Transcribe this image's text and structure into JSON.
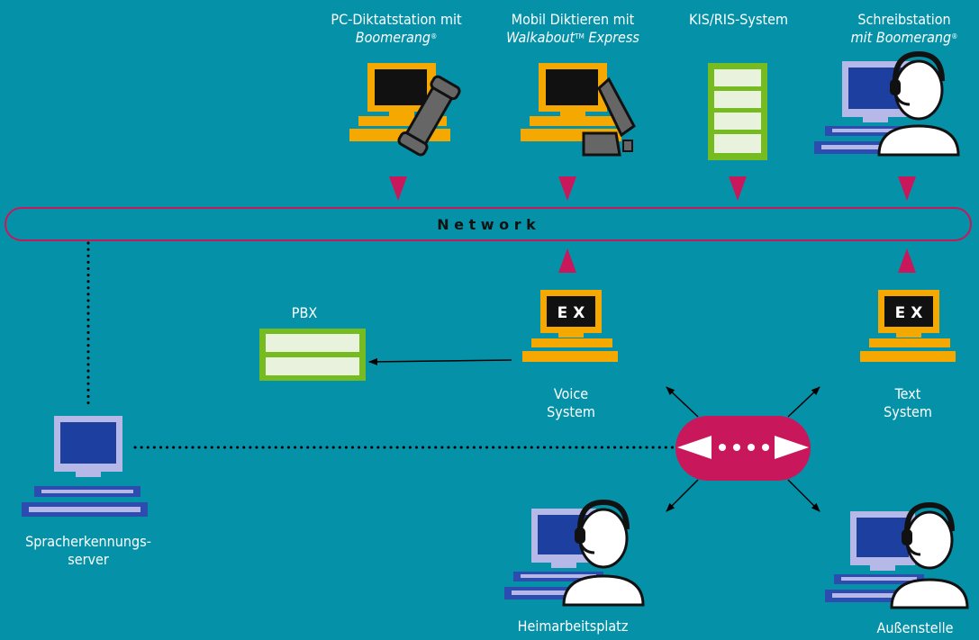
{
  "network": {
    "label": "N e t w o r k"
  },
  "labels": {
    "pc_station": {
      "line1": "PC-Diktatstation mit",
      "line2": "Boomerang",
      "mark": "®"
    },
    "mobile": {
      "line1": "Mobil Diktieren mit",
      "line2a": "Walkabout",
      "tm": "TM",
      "line2b": " Express"
    },
    "kis": {
      "line1": "KIS/RIS-System"
    },
    "schreib": {
      "line1": "Schreibstation",
      "line2": "mit Boomerang",
      "mark": "®"
    },
    "pbx": {
      "line1": "PBX"
    },
    "voice": {
      "line1": "Voice",
      "line2": "System"
    },
    "text": {
      "line1": "Text",
      "line2": "System"
    },
    "spracher": {
      "line1": "Spracherkennungs-",
      "line2": "server"
    },
    "heim": {
      "line1": "Heimarbeitsplatz"
    },
    "aussen": {
      "line1": "Außenstelle"
    }
  },
  "ex_screen": {
    "voice": "E X",
    "text": "E X"
  },
  "colors": {
    "background": "#0592a8",
    "network_border": "#c8175a",
    "arrow": "#c8175a",
    "hub": "#c8175a",
    "workstation": "#f5a800",
    "screen_dark": "#111111",
    "server_green": "#76bc21",
    "server_fill": "#e8f2dc",
    "pc_blue_monitor": "#b6b8e8",
    "pc_blue_screen": "#1d3fa0",
    "pc_blue_base": "#2d4cb0"
  }
}
